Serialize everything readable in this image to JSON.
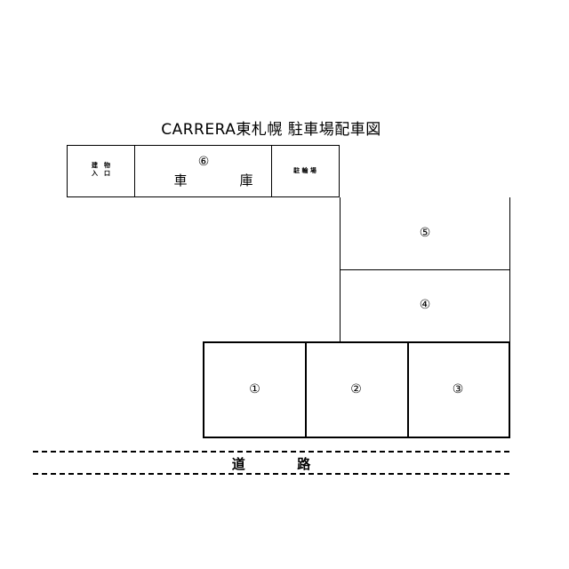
{
  "title": "CARRERA東札幌 駐車場配車図",
  "top_row": {
    "entrance_line1": "建　物",
    "entrance_line2": "入　口",
    "garage_number": "⑥",
    "garage_label": "車　庫",
    "bicycle_label": "駐 輪 場"
  },
  "spaces": {
    "s1": "①",
    "s2": "②",
    "s3": "③",
    "s4": "④",
    "s5": "⑤"
  },
  "road": {
    "char1": "道",
    "char2": "路"
  }
}
